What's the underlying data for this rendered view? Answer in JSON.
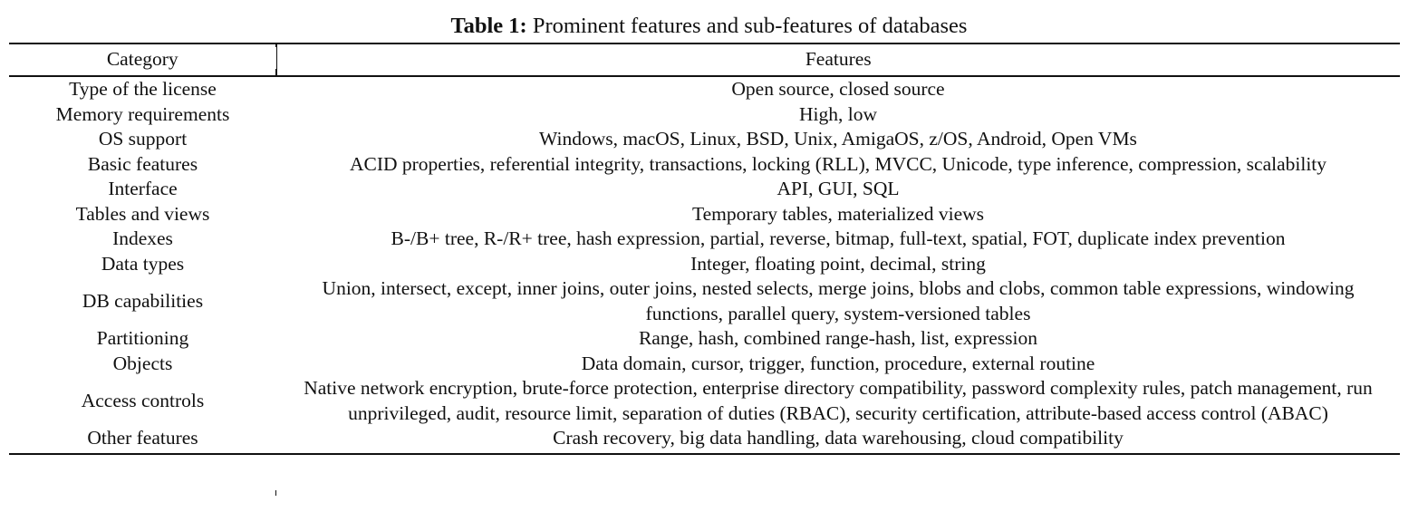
{
  "caption": {
    "label": "Table 1:",
    "text": " Prominent features and sub-features of databases"
  },
  "table": {
    "headers": {
      "category": "Category",
      "features": "Features"
    },
    "rows": [
      {
        "category": "Type of the license",
        "features": "Open source, closed source"
      },
      {
        "category": "Memory requirements",
        "features": "High, low"
      },
      {
        "category": "OS support",
        "features": "Windows, macOS, Linux, BSD, Unix, AmigaOS, z/OS, Android, Open VMs"
      },
      {
        "category": "Basic features",
        "features": "ACID properties, referential integrity, transactions, locking (RLL), MVCC, Unicode, type inference, compression, scalability"
      },
      {
        "category": "Interface",
        "features": "API, GUI, SQL"
      },
      {
        "category": "Tables and views",
        "features": "Temporary tables, materialized views"
      },
      {
        "category": "Indexes",
        "features": "B-/B+ tree, R-/R+ tree, hash expression, partial, reverse, bitmap, full-text, spatial, FOT, duplicate index prevention"
      },
      {
        "category": "Data types",
        "features": "Integer, floating point, decimal, string"
      },
      {
        "category": "DB capabilities",
        "features": "Union, intersect, except, inner joins, outer joins, nested selects, merge joins, blobs and clobs, common table expressions, windowing functions, parallel query, system-versioned tables"
      },
      {
        "category": "Partitioning",
        "features": "Range, hash, combined range-hash, list, expression"
      },
      {
        "category": "Objects",
        "features": "Data domain, cursor, trigger, function, procedure, external routine"
      },
      {
        "category": "Access controls",
        "features": "Native network encryption, brute-force protection, enterprise directory compatibility, password complexity rules, patch management, run unprivileged, audit, resource limit, separation of duties (RBAC), security certification, attribute-based access control (ABAC)"
      },
      {
        "category": "Other features",
        "features": "Crash recovery, big data handling, data warehousing, cloud compatibility"
      }
    ]
  },
  "colors": {
    "rule": "#111111",
    "text": "#111111",
    "background": "#ffffff"
  }
}
